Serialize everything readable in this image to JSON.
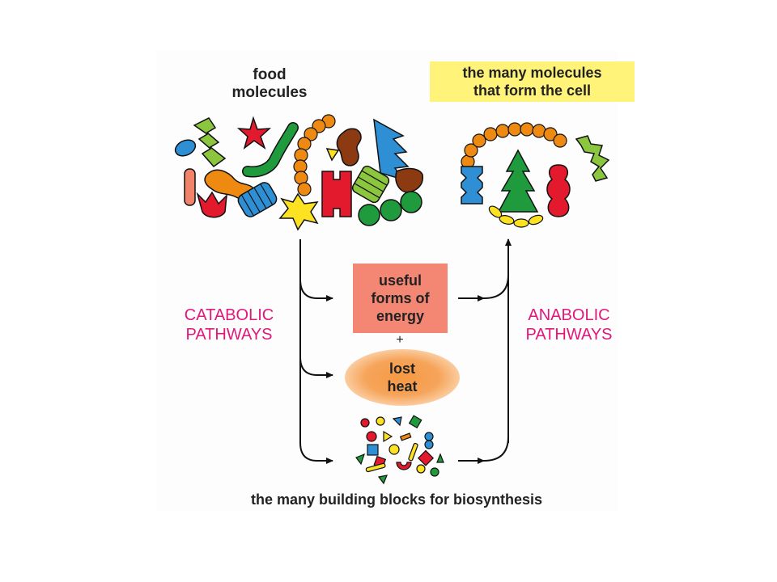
{
  "food_label": [
    "food",
    "molecules"
  ],
  "cell_label": [
    "the many molecules",
    "that form the cell"
  ],
  "catabolic_label": [
    "CATABOLIC",
    "PATHWAYS"
  ],
  "anabolic_label": [
    "ANABOLIC",
    "PATHWAYS"
  ],
  "energy_label": [
    "useful",
    "forms of",
    "energy"
  ],
  "plus_sign": "+",
  "heat_label": [
    "lost",
    "heat"
  ],
  "blocks_label": "the many building blocks for biosynthesis",
  "colors": {
    "pathway_text": "#e0187c",
    "cell_label_bg": "#fff37a",
    "energy_box": "#f48774",
    "heat": "#f59945",
    "red": "#e3192d",
    "green": "#1f9a3c",
    "lime": "#8cc63f",
    "blue": "#2e8fd4",
    "orange": "#ee8a12",
    "yellow": "#fce221",
    "brown": "#8b3a12",
    "salmon": "#f0836a"
  }
}
